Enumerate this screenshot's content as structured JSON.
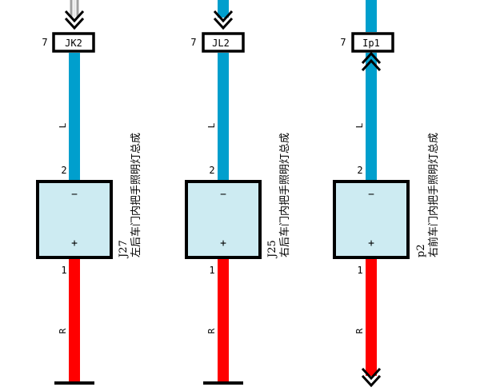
{
  "columns": [
    {
      "top_connector": {
        "id": "JK2",
        "pin": "7",
        "arrow": "double-chevron-down"
      },
      "upper_wire": {
        "label": "L",
        "color": "#009fcd"
      },
      "component": {
        "pin_top": "2",
        "pin_bottom": "1",
        "minus": "−",
        "plus": "+",
        "code": "J27",
        "name": "左后车门内把手照明灯总成",
        "fill": "#cdebf2"
      },
      "lower_wire": {
        "label": "R",
        "color": "#ff0000",
        "end": "ground-bar"
      }
    },
    {
      "top_connector": {
        "id": "JL2",
        "pin": "7",
        "arrow": "double-chevron-down"
      },
      "upper_wire": {
        "label": "L",
        "color": "#009fcd"
      },
      "component": {
        "pin_top": "2",
        "pin_bottom": "1",
        "minus": "−",
        "plus": "+",
        "code": "J25",
        "name": "右后车门内把手照明灯总成",
        "fill": "#cdebf2"
      },
      "lower_wire": {
        "label": "R",
        "color": "#ff0000",
        "end": "ground-bar"
      }
    },
    {
      "top_connector": {
        "id": "Ip1",
        "pin": "7",
        "arrow": "double-chevron-up"
      },
      "upper_wire": {
        "label": "L",
        "color": "#009fcd"
      },
      "component": {
        "pin_top": "2",
        "pin_bottom": "1",
        "minus": "−",
        "plus": "+",
        "code": "p2",
        "name": "右前车门内把手照明灯总成",
        "fill": "#cdebf2"
      },
      "lower_wire": {
        "label": "R",
        "color": "#ff0000",
        "end": "double-chevron-down"
      }
    }
  ]
}
